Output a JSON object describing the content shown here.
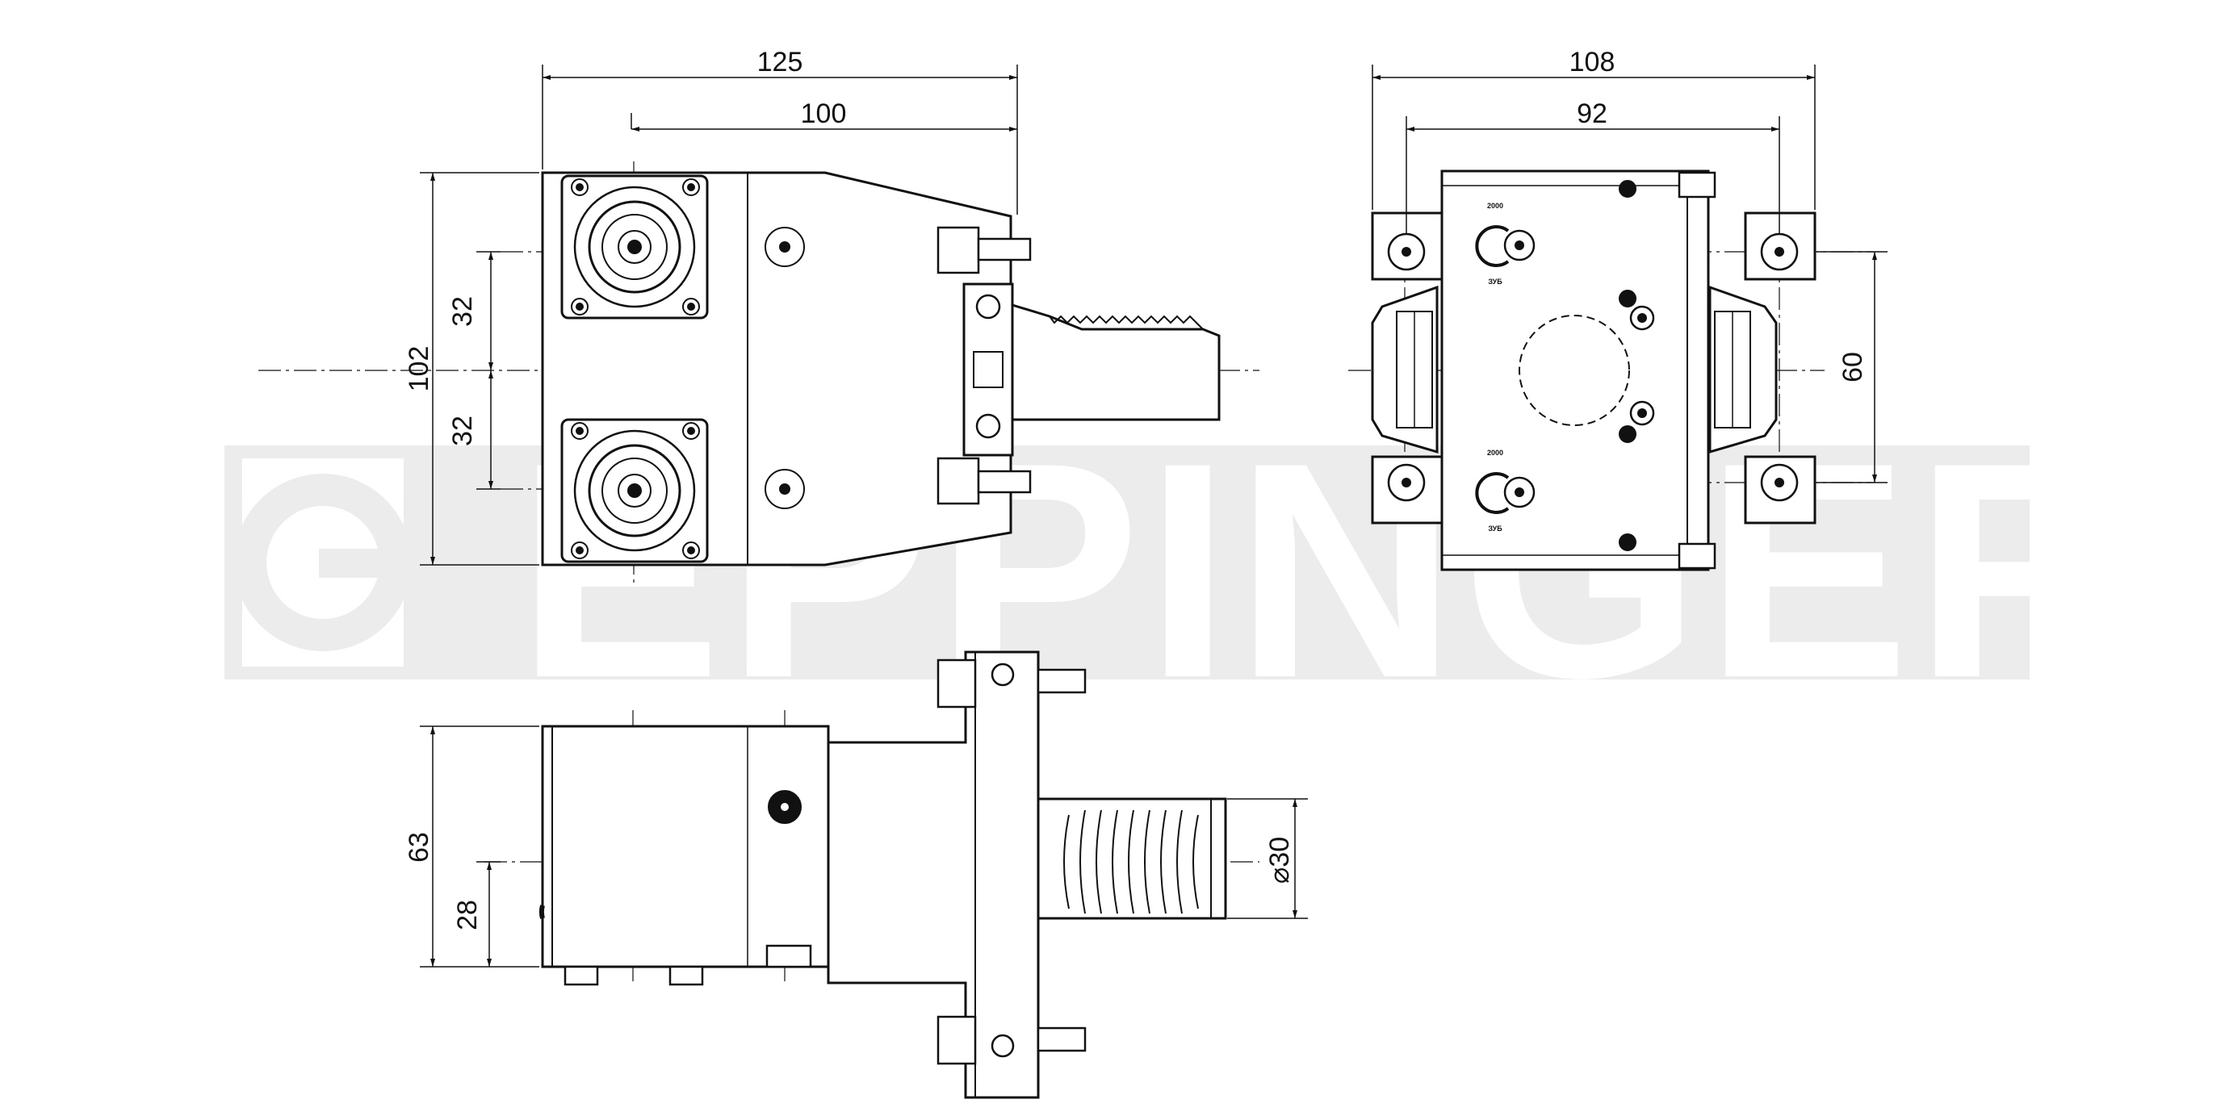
{
  "watermark": {
    "text": "EPPINGER",
    "color": "#ececec",
    "logo": "eppinger-logo"
  },
  "colors": {
    "line": "#111111",
    "background": "#ffffff",
    "watermark": "#ececec"
  },
  "front_view": {
    "dim_overall_width": "125",
    "dim_mount_width": "100",
    "dim_height": "102",
    "dim_upper_offset": "32",
    "dim_lower_offset": "32"
  },
  "side_view": {
    "dim_overall_width": "108",
    "dim_bolt_spacing": "92",
    "dim_bolt_vertical": "60",
    "stamp_upper": [
      "2000",
      "ЗУБ"
    ],
    "stamp_lower": [
      "2000",
      "ЗУБ"
    ]
  },
  "bottom_view": {
    "dim_height": "63",
    "dim_axis_height": "28",
    "dim_shank_diameter": "⌀30"
  }
}
